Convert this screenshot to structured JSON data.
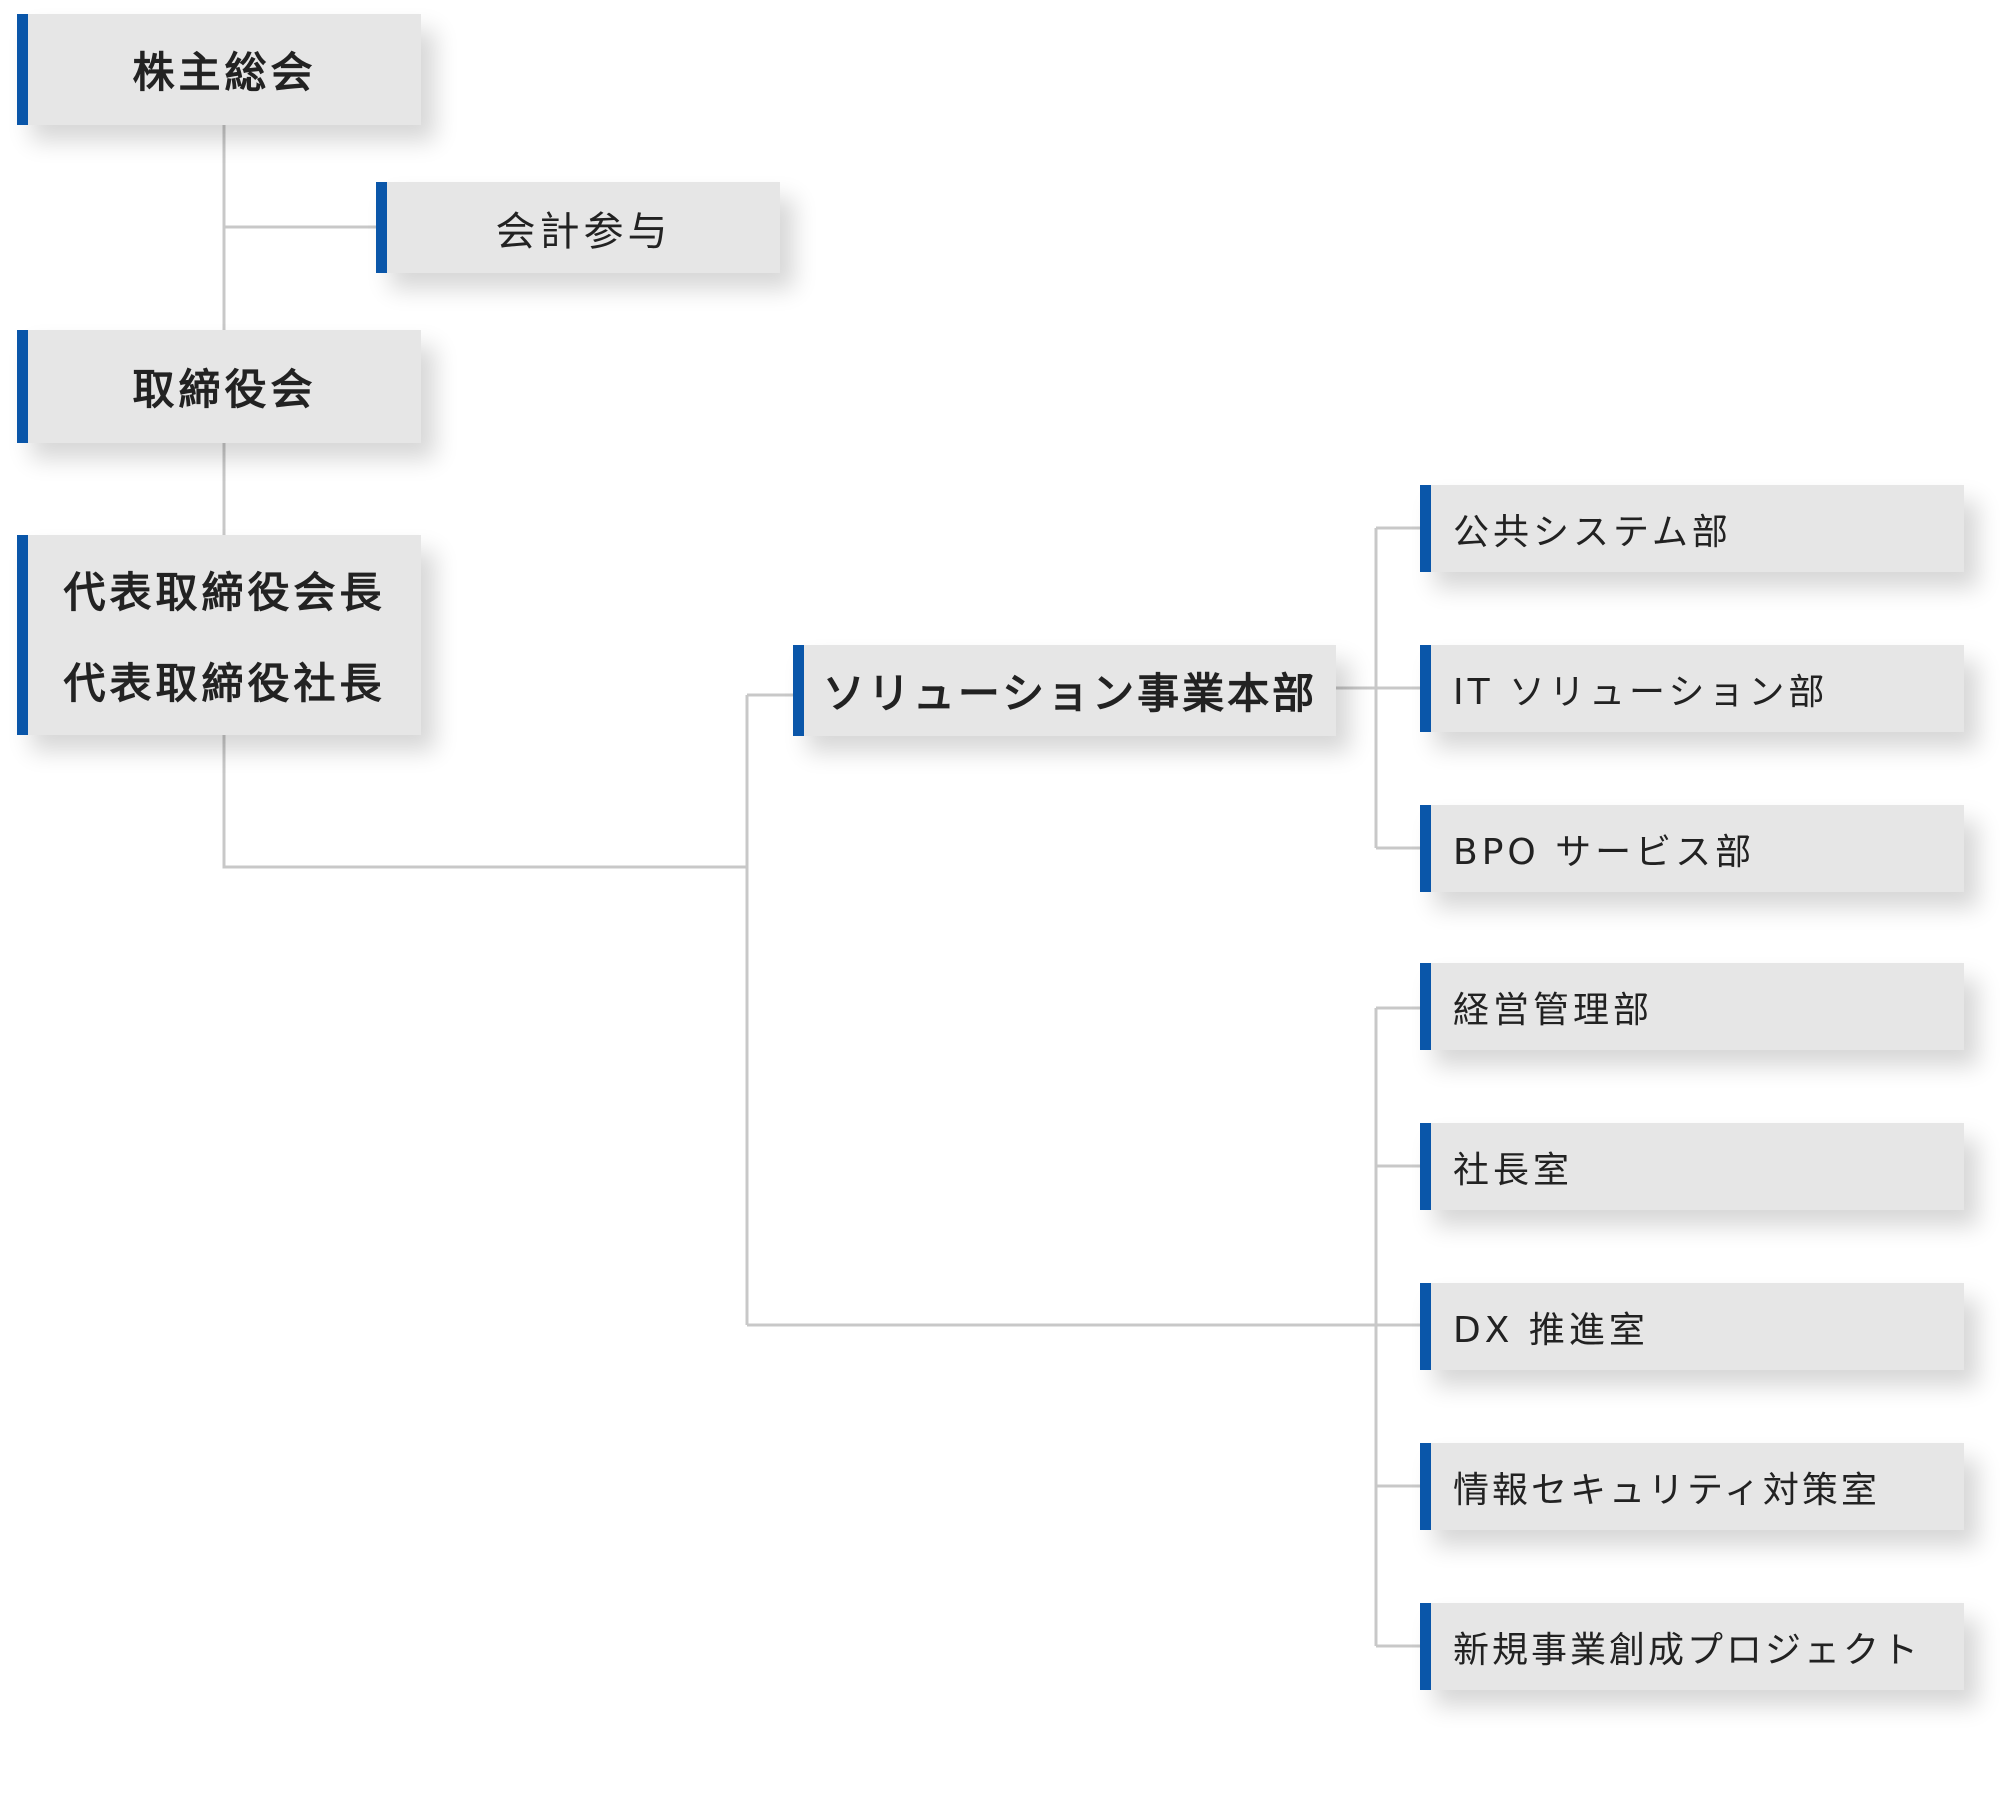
{
  "nodes": {
    "shareholders_meeting": "株主総会",
    "accounting_advisor": "会計参与",
    "board_of_directors": "取締役会",
    "chairman": "代表取締役会長",
    "president": "代表取締役社長",
    "solutions_division": "ソリューション事業本部",
    "public_systems_dept": "公共システム部",
    "it_solutions_dept": "IT ソリューション部",
    "bpo_services_dept": "BPO サービス部",
    "management_dept": "経営管理部",
    "president_office": "社長室",
    "dx_office": "DX 推進室",
    "infosec_office": "情報セキュリティ対策室",
    "new_business_project": "新規事業創成プロジェクト"
  },
  "colors": {
    "accent": "#0a56a9",
    "box": "#e6e6e6",
    "line": "#c8c8c8",
    "text": "#222222"
  }
}
